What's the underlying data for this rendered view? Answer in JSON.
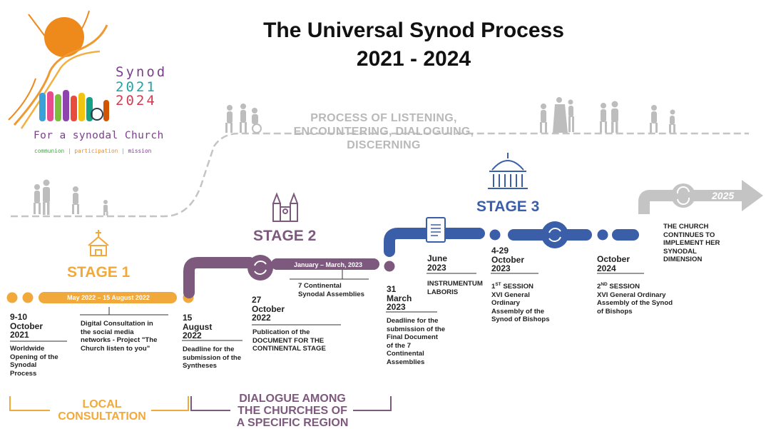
{
  "title": {
    "line1": "The Universal Synod Process",
    "line2": "2021 - 2024"
  },
  "logo": {
    "word": "Synod",
    "year_start": "2021",
    "year_end": "2024",
    "tagline": "For a synodal Church",
    "subtitle_1": "communion",
    "subtitle_2": "participation",
    "subtitle_3": "mission"
  },
  "process_text": {
    "line1": "PROCESS OF LISTENING,",
    "line2": "ENCOUNTERING, DIALOGUING,",
    "line3": "DISCERNING"
  },
  "stages": {
    "stage1": "STAGE 1",
    "stage2": "STAGE 2",
    "stage3": "STAGE 3"
  },
  "pills": {
    "stage1": "May 2022 – 15 August 2022",
    "stage2": "January – March, 2023",
    "final": "2025"
  },
  "milestones": {
    "m1": {
      "date_1": "9-10",
      "date_2": "October",
      "date_3": "2021",
      "desc_1": "Worldwide",
      "desc_2": "Opening of the",
      "desc_3": "Synodal",
      "desc_4": "Process"
    },
    "m2": {
      "desc_1": "Digital Consultation in",
      "desc_2": "the social media",
      "desc_3": "networks - Project \"The",
      "desc_4": "Church listen to you\""
    },
    "m3": {
      "date_1": "15",
      "date_2": "August",
      "date_3": "2022",
      "desc_1": "Deadline for the",
      "desc_2": "submission of the",
      "desc_3": "Syntheses"
    },
    "m4": {
      "date_1": "27",
      "date_2": "October",
      "date_3": "2022",
      "desc_1": "Publication of the",
      "desc_2": "DOCUMENT FOR THE",
      "desc_3": "CONTINENTAL STAGE"
    },
    "m5": {
      "desc_1": "7 Continental",
      "desc_2": "Synodal Assemblies"
    },
    "m6": {
      "date_1": "31",
      "date_2": "March",
      "date_3": "2023",
      "desc_1": "Deadline for the",
      "desc_2": "submission of the",
      "desc_3": "Final Document",
      "desc_4": "of the 7",
      "desc_5": "Continental",
      "desc_6": "Assemblies"
    },
    "m7": {
      "date_1": "June",
      "date_2": "2023",
      "desc_1": "INSTRUMENTUM",
      "desc_2": "LABORIS"
    },
    "m8": {
      "date_1": "4-29",
      "date_2": "October",
      "date_3": "2023",
      "desc_1a": "1",
      "desc_1sup": "ST",
      "desc_1b": " SESSION",
      "desc_2": "XVI General",
      "desc_3": "Ordinary",
      "desc_4": "Assembly of the",
      "desc_5": "Synod of Bishops"
    },
    "m9": {
      "date_1": "October",
      "date_2": "2024",
      "desc_1a": "2",
      "desc_1sup": "ND",
      "desc_1b": " SESSION",
      "desc_2": "XVI General Ordinary",
      "desc_3": "Assembly of the Synod",
      "desc_4": "of Bishops"
    },
    "m10": {
      "desc_1": "THE CHURCH",
      "desc_2": "CONTINUES TO",
      "desc_3": "IMPLEMENT HER",
      "desc_4": "SYNODAL",
      "desc_5": "DIMENSION"
    }
  },
  "bottom": {
    "local_1": "LOCAL",
    "local_2": "CONSULTATION",
    "dialogue_1": "DIALOGUE AMONG",
    "dialogue_2": "THE CHURCHES OF",
    "dialogue_3": "A SPECIFIC REGION"
  },
  "colors": {
    "orange": "#f2a93b",
    "purple": "#7d5a7d",
    "blue": "#3a5fa8",
    "grey": "#c4c4c4"
  }
}
